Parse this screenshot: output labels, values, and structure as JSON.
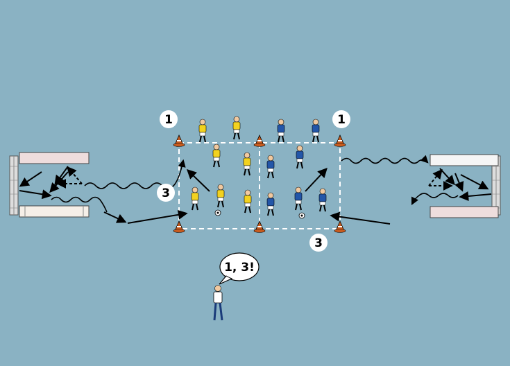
{
  "field_labels": {
    "top_left": "1",
    "top_right": "1",
    "mid_left": "3",
    "bottom_right": "3"
  },
  "coach_call": "1, 3!",
  "colors": {
    "background": "#8ab2c3",
    "team_yellow": "#f2d21f",
    "team_blue": "#2356a8",
    "cone": "#c75b1e",
    "field_lines": "#ffffff",
    "arrows": "#000000"
  }
}
